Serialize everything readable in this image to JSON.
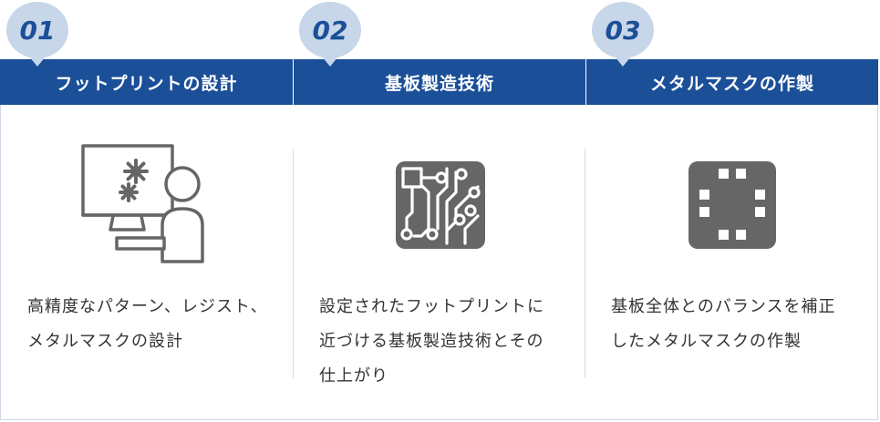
{
  "steps": [
    {
      "number": "01",
      "title": "フットプリントの設計",
      "description": "高精度なパターン、レジスト、\nメタルマスクの設計",
      "icon": "computer-user-gears-icon"
    },
    {
      "number": "02",
      "title": "基板製造技術",
      "description": "設定されたフットプリントに\n近づける基板製造技術とその\n仕上がり",
      "icon": "circuit-board-icon"
    },
    {
      "number": "03",
      "title": "メタルマスクの作製",
      "description": "基板全体とのバランスを補正\nしたメタルマスクの作製",
      "icon": "metal-mask-icon"
    }
  ],
  "colors": {
    "header": "#1b4f98",
    "badge": "#c7d6e8",
    "icon": "#666666"
  }
}
